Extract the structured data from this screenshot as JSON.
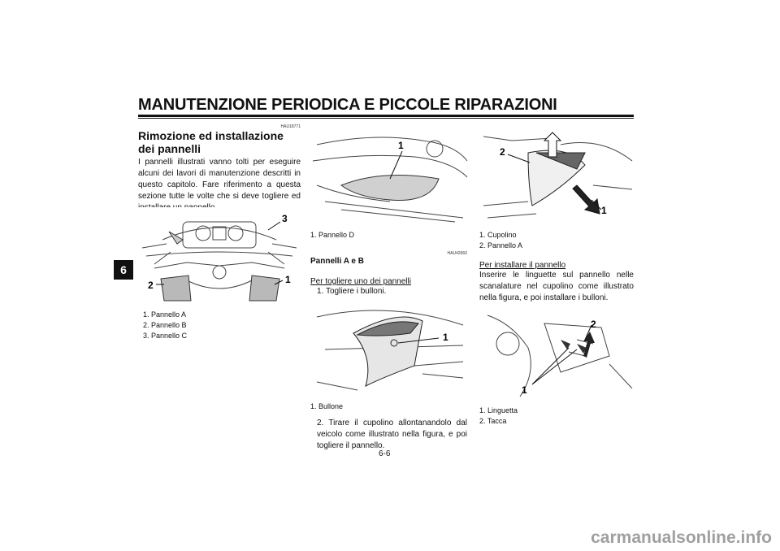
{
  "header": {
    "title": "MANUTENZIONE PERIODICA E PICCOLE RIPARAZIONI",
    "section_tab": "6"
  },
  "col1": {
    "code": "HAU18771",
    "heading": "Rimozione ed installazione dei pannelli",
    "paragraph": "I pannelli illustrati vanno tolti per eseguire alcuni dei lavori di manutenzione descritti in questo capitolo. Fare riferimento a questa sezione tutte le volte che si deve togliere ed installare un pannello.",
    "figure_labels": [
      "3",
      "2",
      "1"
    ],
    "captions": [
      "1. Pannello A",
      "2. Pannello B",
      "3. Pannello C"
    ]
  },
  "col2": {
    "figure1_labels": [
      "1"
    ],
    "caption1": "1. Pannello D",
    "code": "HAU42660",
    "subheading": "Pannelli A e B",
    "underline": "Per togliere uno dei pannelli",
    "step1": "1. Togliere i bulloni.",
    "figure2_labels": [
      "1"
    ],
    "caption2": "1. Bullone",
    "step2": "2. Tirare il cupolino allontanandolo dal veicolo come illustrato nella figura, e poi togliere il pannello."
  },
  "col3": {
    "figure1_labels": [
      "2",
      "1"
    ],
    "captions1": [
      "1. Cupolino",
      "2. Pannello A"
    ],
    "underline": "Per installare il pannello",
    "paragraph": "Inserire le linguette sul pannello nelle scanalature nel cupolino come illustrato nella figura, e poi installare i bulloni.",
    "figure2_labels": [
      "2",
      "1"
    ],
    "captions2": [
      "1. Linguetta",
      "2. Tacca"
    ]
  },
  "page_number": "6-6",
  "watermark": "carmanualsonline.info"
}
